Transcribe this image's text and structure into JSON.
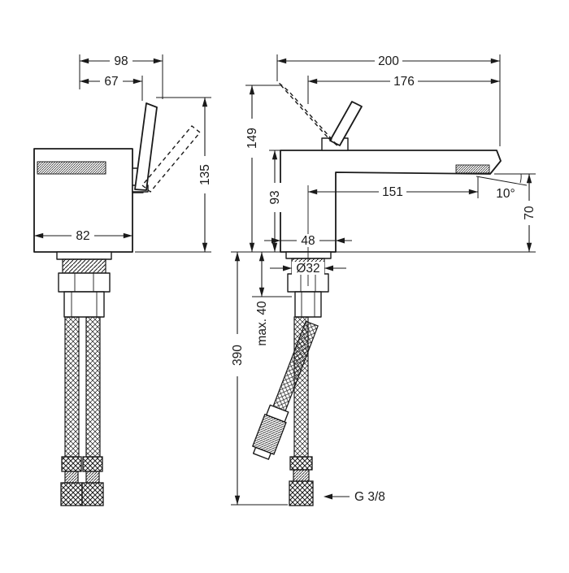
{
  "page": {
    "background": "#ffffff",
    "ink": "#1a1a1a"
  },
  "drawing": {
    "type": "technical-dimension-drawing",
    "subject": "single-lever-basin-mixer",
    "side_view": {
      "dim_depth_total": "98",
      "dim_depth_handle": "67",
      "dim_height_with_handle": "135",
      "dim_body_depth": "82"
    },
    "front_view": {
      "dim_width_total": "200",
      "dim_width_upper": "176",
      "dim_height_total": "149",
      "dim_height_spout_top": "93",
      "dim_spout_reach": "151",
      "dim_spout_angle": "10°",
      "dim_spout_clearance": "70",
      "dim_body_width": "48",
      "dim_shank_diameter": "Ø32",
      "dim_max_mounting_depth": "max. 40",
      "dim_hose_length": "390",
      "dim_connection_thread": "G 3/8"
    }
  }
}
